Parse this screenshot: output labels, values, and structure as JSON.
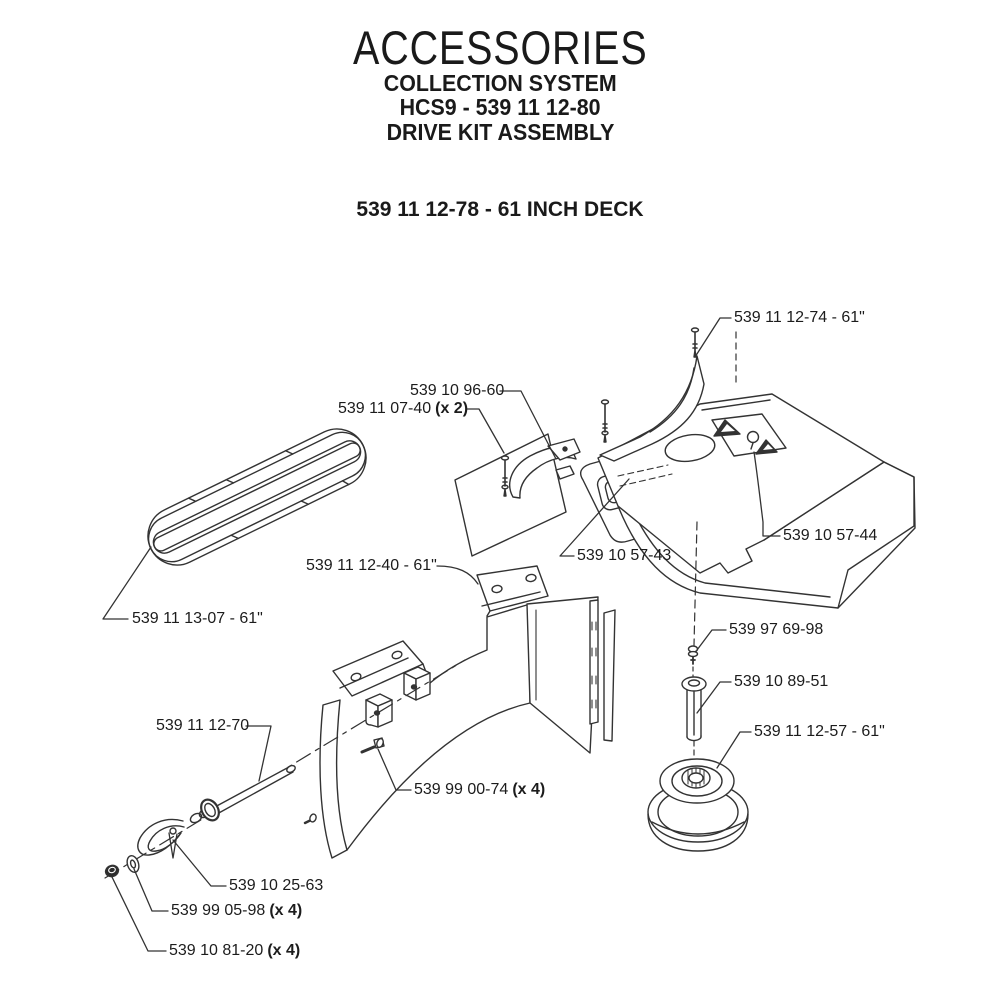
{
  "document": {
    "title": "ACCESSORIES",
    "subtitle": "COLLECTION SYSTEM",
    "model": "HCS9 - 539 11 12-80",
    "kit": "DRIVE KIT ASSEMBLY",
    "deck_heading": "539 11 12-78 - 61 INCH DECK"
  },
  "callouts": [
    {
      "part_number": "539 11 12-74 - 61\"",
      "qty": ""
    },
    {
      "part_number": "539 10 96-60",
      "qty": ""
    },
    {
      "part_number": "539 11 07-40",
      "qty": "(x 2)"
    },
    {
      "part_number": "539 10 57-44",
      "qty": ""
    },
    {
      "part_number": "539 10 57-43",
      "qty": ""
    },
    {
      "part_number": "539 11 12-40 - 61\"",
      "qty": ""
    },
    {
      "part_number": "539 11 13-07 - 61\"",
      "qty": ""
    },
    {
      "part_number": "539 97 69-98",
      "qty": ""
    },
    {
      "part_number": "539 10 89-51",
      "qty": ""
    },
    {
      "part_number": "539 11 12-57 - 61\"",
      "qty": ""
    },
    {
      "part_number": "539 11 12-70",
      "qty": ""
    },
    {
      "part_number": "539 99 00-74",
      "qty": "(x 4)"
    },
    {
      "part_number": "539 10 25-63",
      "qty": ""
    },
    {
      "part_number": "539 99 05-98",
      "qty": "(x 4)"
    },
    {
      "part_number": "539 10 81-20",
      "qty": "(x 4)"
    }
  ],
  "colors": {
    "line": "#333333",
    "text": "#1c1c1c",
    "background": "#ffffff"
  }
}
